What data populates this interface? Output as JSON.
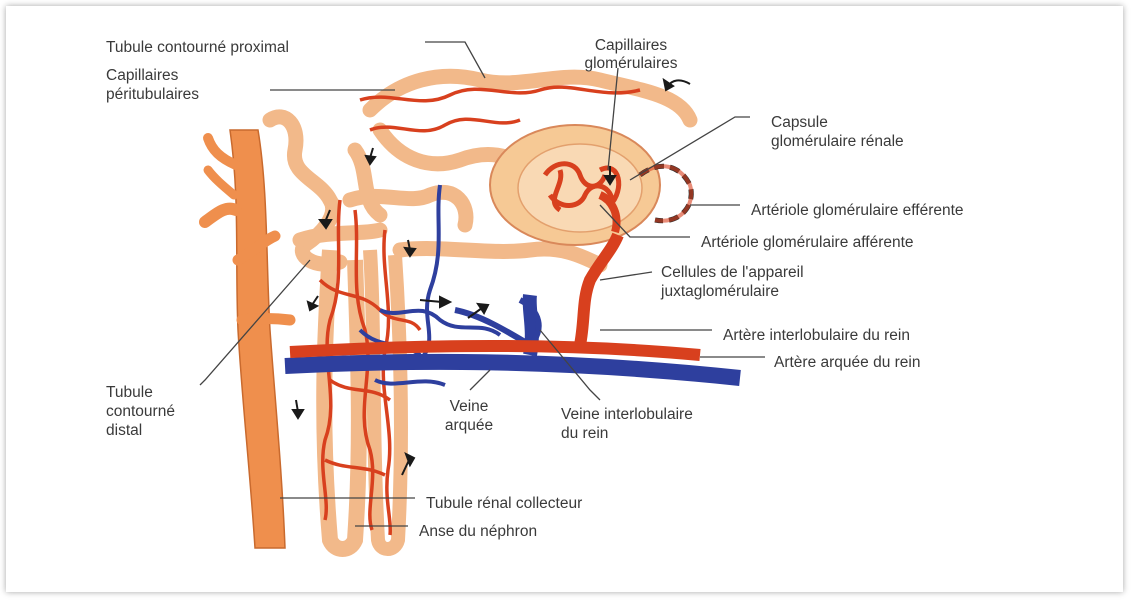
{
  "labels": {
    "tubule_proximal": "Tubule contourné proximal",
    "capillaires_peri_1": "Capillaires",
    "capillaires_peri_2": "péritubulaires",
    "capillaires_glom_1": "Capillaires",
    "capillaires_glom_2": "glomérulaires",
    "capsule_1": "Capsule",
    "capsule_2": "glomérulaire rénale",
    "arteriole_efferente": "Artériole glomérulaire efférente",
    "arteriole_afferente": "Artériole glomérulaire afférente",
    "cellules_1": "Cellules de l'appareil",
    "cellules_2": "juxtaglomérulaire",
    "artere_interlobulaire": "Artère interlobulaire du rein",
    "artere_arquee": "Artère arquée du rein",
    "tubule_distal_1": "Tubule",
    "tubule_distal_2": "contourné",
    "tubule_distal_3": "distal",
    "veine_arquee_1": "Veine",
    "veine_arquee_2": "arquée",
    "veine_interlob_1": "Veine interlobulaire",
    "veine_interlob_2": "du rein",
    "tubule_collecteur": "Tubule rénal collecteur",
    "anse_nephron": "Anse du néphron"
  },
  "colors": {
    "tubule": "#f2b98a",
    "tubule_edge": "#d9885a",
    "collecting": "#ef8f4d",
    "artery": "#d8401e",
    "vein": "#2e3f9e",
    "capsule": "#f6c995",
    "leader": "#444444"
  }
}
